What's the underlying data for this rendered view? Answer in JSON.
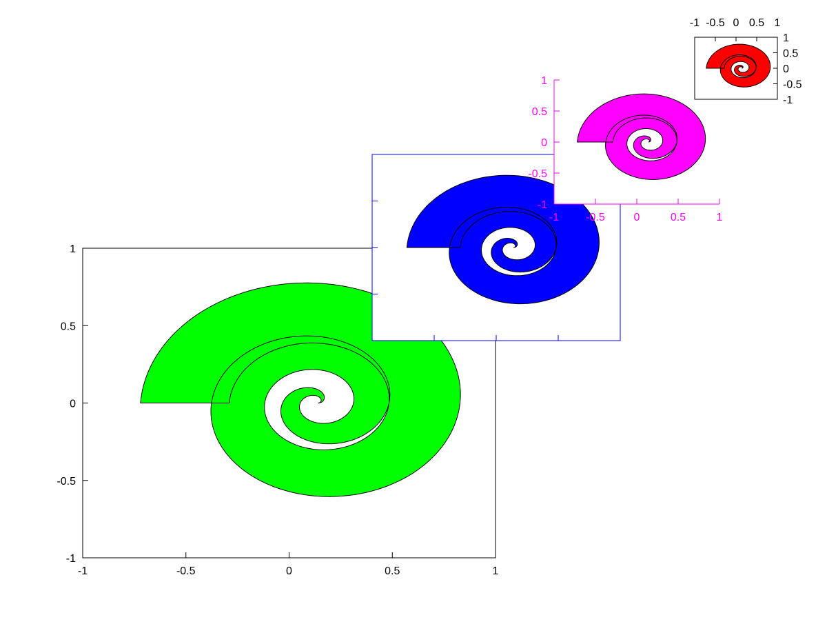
{
  "chart_data": [
    {
      "type": "area",
      "id": "green",
      "title": "",
      "xlabel": "",
      "ylabel": "",
      "xlim": [
        -1,
        1
      ],
      "ylim": [
        -1,
        1
      ],
      "xticks": [
        "-1",
        "-0.5",
        "0",
        "0.5",
        "1"
      ],
      "yticks": [
        "-1",
        "-0.5",
        "0",
        "0.5",
        "1"
      ],
      "x_axis_position": "bottom",
      "y_axis_position": "left",
      "show_tick_labels": true,
      "axis_color": "#000000",
      "label_color": "#000000",
      "fill_color": "#00ff00",
      "series": [
        {
          "shape": "spiral",
          "turns": 2.5,
          "thickness_ratio": 0.5,
          "start_radius": 0.0,
          "end_radius": 1.0
        }
      ]
    },
    {
      "type": "area",
      "id": "blue",
      "title": "",
      "xlabel": "",
      "ylabel": "",
      "xlim": [
        -1,
        1
      ],
      "ylim": [
        -1,
        1
      ],
      "xticks": [],
      "yticks": [],
      "x_axis_position": "bottom",
      "y_axis_position": "left",
      "show_tick_labels": false,
      "axis_color": "#0000ff",
      "label_color": "#0000ff",
      "fill_color": "#0000ff",
      "series": [
        {
          "shape": "spiral",
          "turns": 2.5,
          "thickness_ratio": 0.5,
          "start_radius": 0.0,
          "end_radius": 1.0
        }
      ]
    },
    {
      "type": "area",
      "id": "magenta",
      "title": "",
      "xlabel": "",
      "ylabel": "",
      "xlim": [
        -1,
        1
      ],
      "ylim": [
        -1,
        1
      ],
      "xticks": [
        "-1",
        "-0.5",
        "0",
        "0.5",
        "1"
      ],
      "yticks": [
        "-1",
        "-0.5",
        "0",
        "0.5",
        "1"
      ],
      "x_axis_position": "bottom",
      "y_axis_position": "left",
      "show_tick_labels": true,
      "axis_color": "#ff00ff",
      "label_color": "#ff00ff",
      "fill_color": "#ff00ff",
      "series": [
        {
          "shape": "spiral",
          "turns": 2.5,
          "thickness_ratio": 0.5,
          "start_radius": 0.0,
          "end_radius": 1.0
        }
      ]
    },
    {
      "type": "area",
      "id": "red",
      "title": "",
      "xlabel": "",
      "ylabel": "",
      "xlim": [
        -1,
        1
      ],
      "ylim": [
        -1,
        1
      ],
      "xticks": [
        "-1",
        "-0.5",
        "0",
        "0.5",
        "1"
      ],
      "yticks": [
        "-1",
        "-0.5",
        "0",
        "0.5",
        "1"
      ],
      "x_axis_position": "top",
      "y_axis_position": "right",
      "show_tick_labels": true,
      "axis_color": "#000000",
      "label_color": "#000000",
      "fill_color": "#ff0000",
      "series": [
        {
          "shape": "spiral",
          "turns": 2.5,
          "thickness_ratio": 0.5,
          "start_radius": 0.0,
          "end_radius": 1.0
        }
      ]
    }
  ]
}
